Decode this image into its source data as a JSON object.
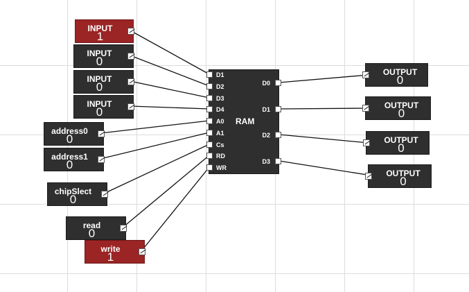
{
  "inputs": [
    {
      "label": "INPUT",
      "value": "1",
      "state": "on"
    },
    {
      "label": "INPUT",
      "value": "0",
      "state": "off"
    },
    {
      "label": "INPUT",
      "value": "0",
      "state": "off"
    },
    {
      "label": "INPUT",
      "value": "0",
      "state": "off"
    }
  ],
  "address0": {
    "label": "address0",
    "value": "0"
  },
  "address1": {
    "label": "address1",
    "value": "0"
  },
  "chip_select": {
    "label": "chipSlect",
    "value": "0"
  },
  "read": {
    "label": "read",
    "value": "0"
  },
  "write": {
    "label": "write",
    "value": "1"
  },
  "ram": {
    "title": "RAM",
    "left_pins": [
      "D1",
      "D2",
      "D3",
      "D4",
      "A0",
      "A1",
      "Cs",
      "RD",
      "WR"
    ],
    "right_pins": [
      "D0",
      "D1",
      "D2",
      "D3"
    ]
  },
  "outputs": [
    {
      "label": "OUTPUT",
      "value": "0"
    },
    {
      "label": "OUTPUT",
      "value": "0"
    },
    {
      "label": "OUTPUT",
      "value": "0"
    },
    {
      "label": "OUTPUT",
      "value": "0"
    }
  ],
  "colors": {
    "active": "#9b2425",
    "inactive": "#2f2f2f",
    "grid": "#dcdcdc"
  }
}
